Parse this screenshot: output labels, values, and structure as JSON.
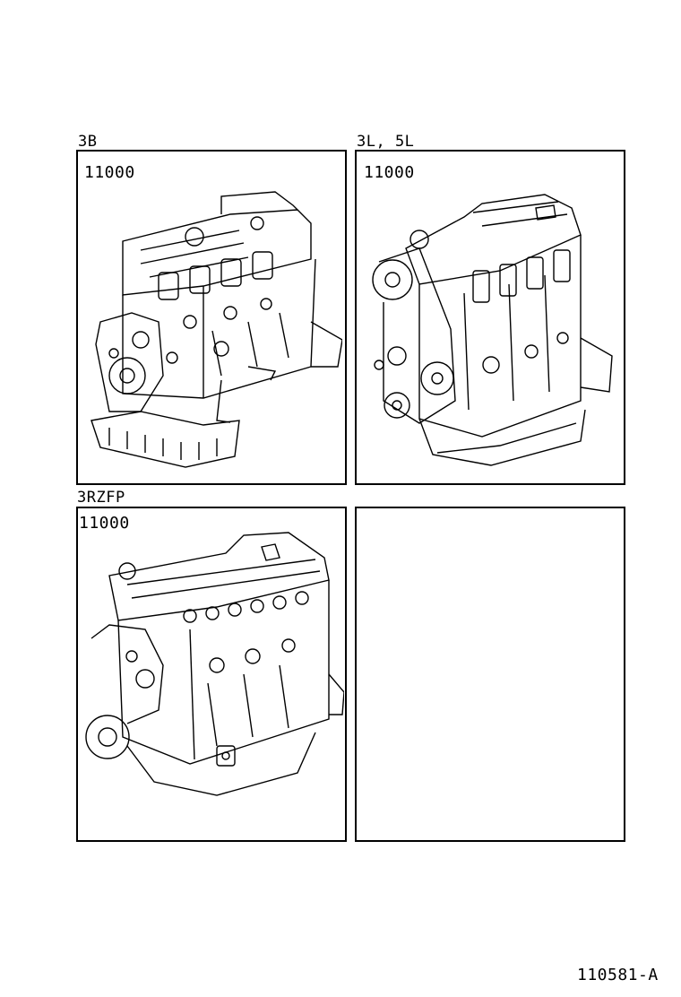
{
  "panels": [
    {
      "engine_label": "3B",
      "part_code": "11000"
    },
    {
      "engine_label": "3L, 5L",
      "part_code": "11000"
    },
    {
      "engine_label": "3RZFP",
      "part_code": "11000"
    },
    {
      "engine_label": "",
      "part_code": ""
    }
  ],
  "footer": {
    "diagram_id": "110581-A"
  },
  "illustrations": [
    {
      "icon": "engine-3b-illustration"
    },
    {
      "icon": "engine-3l-5l-illustration"
    },
    {
      "icon": "engine-3rzfp-illustration"
    }
  ]
}
